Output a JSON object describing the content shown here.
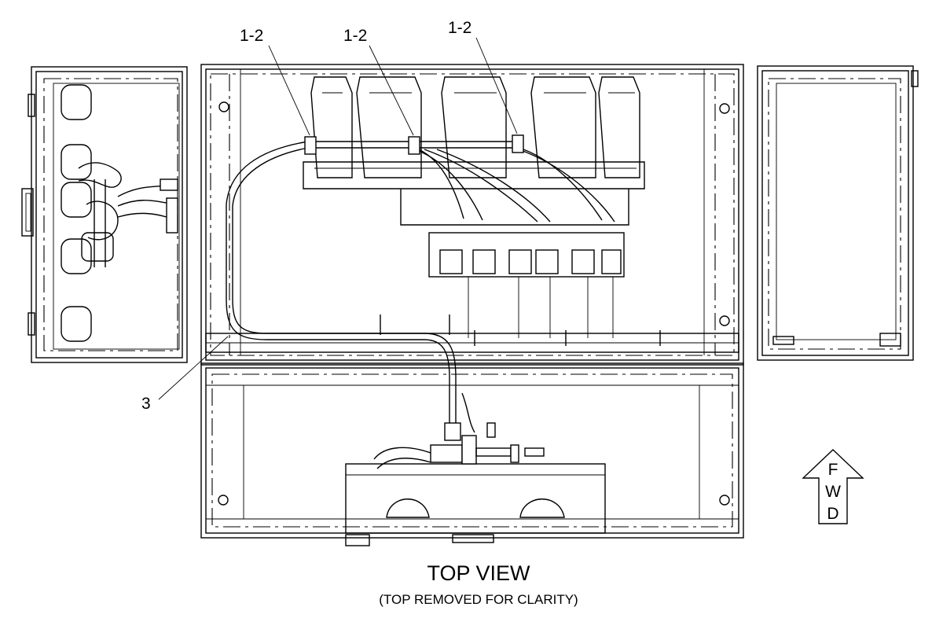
{
  "callouts": {
    "clip_a": "1-2",
    "clip_b": "1-2",
    "clip_c": "1-2",
    "harness": "3"
  },
  "direction_arrow": {
    "letters": [
      "F",
      "W",
      "D"
    ]
  },
  "caption": {
    "title": "TOP VIEW",
    "subtitle": "(TOP REMOVED FOR CLARITY)"
  },
  "colors": {
    "line": "#000000",
    "background": "#ffffff"
  }
}
